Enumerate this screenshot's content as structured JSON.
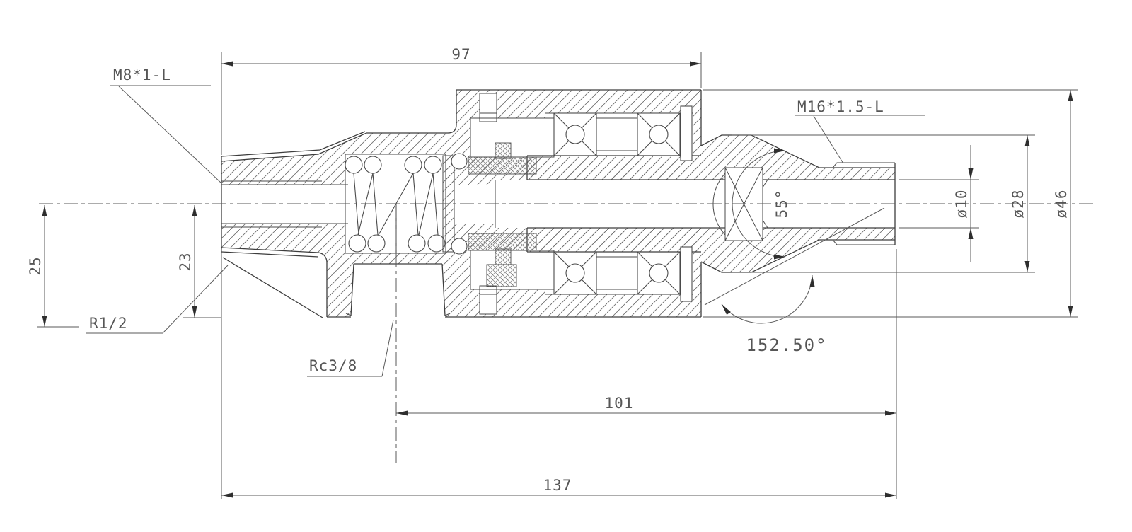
{
  "drawing": {
    "title_hint": "valve spindle assembly section",
    "colors": {
      "line": "#3d3d3d",
      "dimension": "#5a5a5a",
      "text": "#565656",
      "background": "#ffffff"
    },
    "callouts": {
      "left_thread": "M8*1-L",
      "right_thread": "M16*1.5-L",
      "pipe_thread": "R1/2",
      "port_thread": "Rc3/8"
    },
    "dimensions": {
      "top_length": "97",
      "mid_length": "101",
      "overall_length": "137",
      "center_to_flange_bottom": "25",
      "center_to_body_bottom": "23",
      "bore_diameter": "ø10",
      "shoulder_diameter": "ø28",
      "body_diameter": "ø46",
      "cone_angle": "55°",
      "transition_angle": "152.50°"
    }
  }
}
